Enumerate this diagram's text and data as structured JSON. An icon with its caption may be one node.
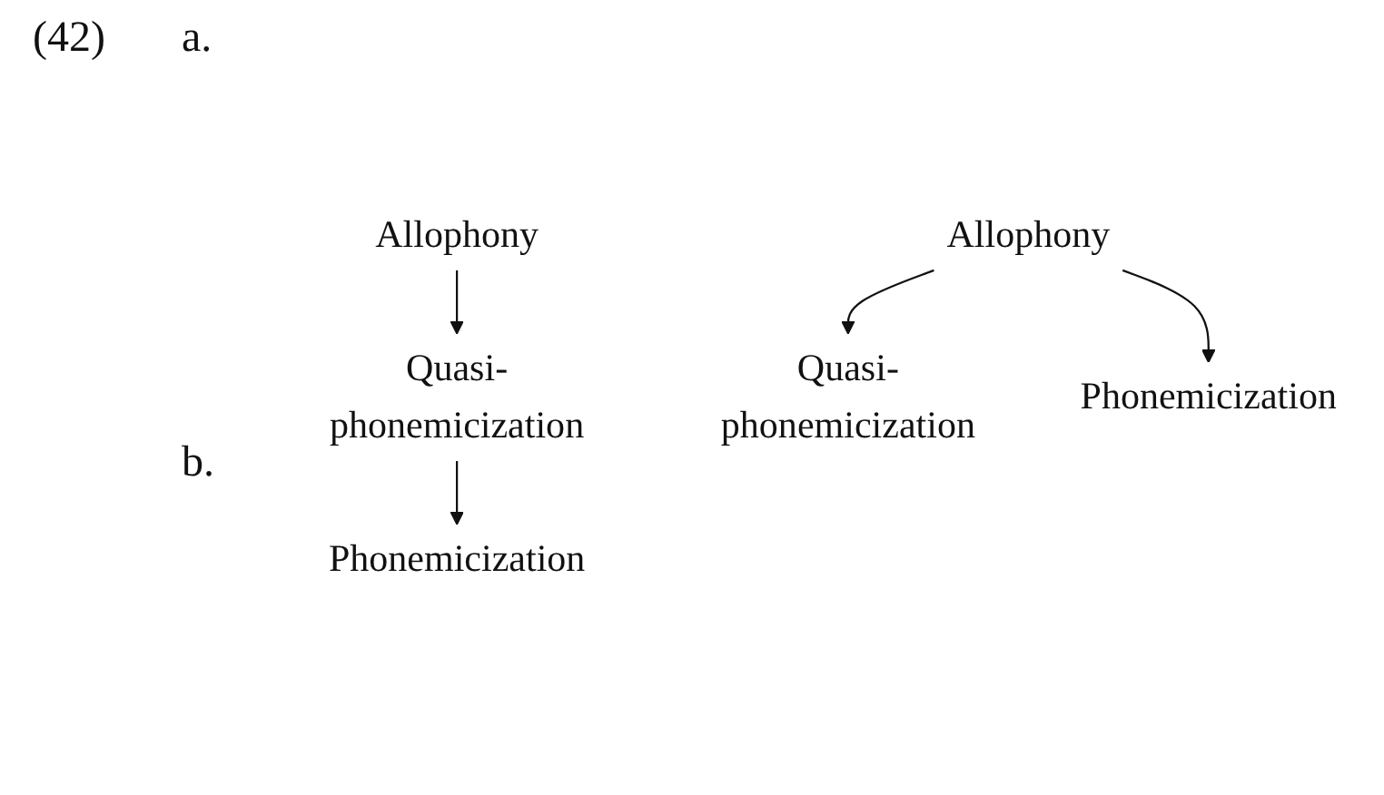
{
  "diagram": {
    "nodes": [
      {
        "text": [
          "Allophony"
        ]
      },
      {
        "text": [
          "Quasi-phonemicization"
        ]
      },
      {
        "text": [
          "Phonemicization"
        ]
      },
      {
        "text": [
          "Allophony"
        ]
      },
      {
        "text": [
          "Quasi-phonemicization"
        ]
      },
      {
        "text": [
          "Phonemicization"
        ]
      }
    ],
    "edges": [
      {
        "from": 0,
        "to": 1,
        "arrow": "to"
      },
      {
        "from": 1,
        "to": 2,
        "arrow": "to"
      },
      {
        "from": 3,
        "to": 4,
        "arrow": "to"
      },
      {
        "from": 3,
        "to": 5,
        "arrow": "to"
      }
    ],
    "labels": [
      "(42)",
      "a.",
      "b."
    ]
  }
}
